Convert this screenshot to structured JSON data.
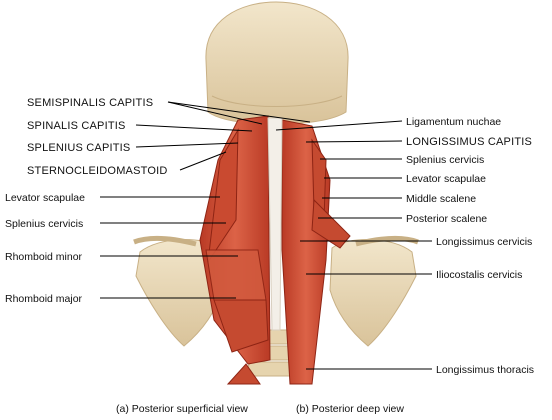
{
  "labels": {
    "left": {
      "semispinalis_capitis": "SEMISPINALIS CAPITIS",
      "spinalis_capitis": "SPINALIS CAPITIS",
      "splenius_capitis": "SPLENIUS CAPITIS",
      "sternocleidomastoid": "STERNOCLEIDOMASTOID",
      "levator_scapulae": "Levator scapulae",
      "splenius_cervicis": "Splenius cervicis",
      "rhomboid_minor": "Rhomboid minor",
      "rhomboid_major": "Rhomboid major"
    },
    "right": {
      "ligamentum_nuchae": "Ligamentum nuchae",
      "longissimus_capitis": "LONGISSIMUS CAPITIS",
      "splenius_cervicis": "Splenius cervicis",
      "levator_scapulae": "Levator scapulae",
      "middle_scalene": "Middle scalene",
      "posterior_scalene": "Posterior scalene",
      "longissimus_cervicis": "Longissimus cervicis",
      "iliocostalis_cervicis": "Iliocostalis cervicis",
      "longissimus_thoracis": "Longissimus thoracis"
    }
  },
  "captions": {
    "a": "(a) Posterior superficial view",
    "b": "(b) Posterior deep view"
  },
  "colors": {
    "bone": "#ebdcbc",
    "bone_shadow": "#cdb68e",
    "muscle": "#d4553a",
    "muscle_dark": "#a63020",
    "muscle_light": "#e98a6e",
    "ligament": "#f3efe8",
    "leader": "#000000"
  }
}
